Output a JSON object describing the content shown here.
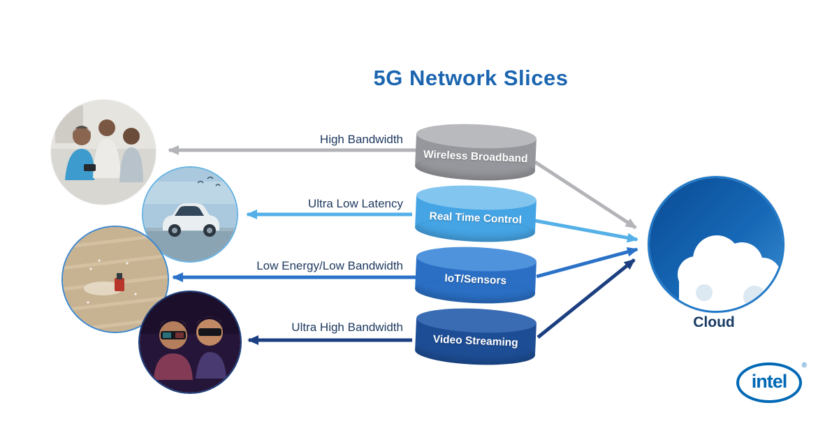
{
  "title": "5G Network Slices",
  "slices": [
    {
      "name": "Wireless Broadband",
      "requirement": "High Bandwidth",
      "top_color": "#b9babe",
      "body_color": "#96979c",
      "arrow_color": "#b3b4b8",
      "icon": "people-smartphones-photo"
    },
    {
      "name": "Real Time Control",
      "requirement": "Ultra Low Latency",
      "top_color": "#82c6f0",
      "body_color": "#45a4e4",
      "arrow_color": "#55b0e8",
      "icon": "autonomous-car-photo"
    },
    {
      "name": "IoT/Sensors",
      "requirement": "Low Energy/Low Bandwidth",
      "top_color": "#4e93dc",
      "body_color": "#2a6fc4",
      "arrow_color": "#2a72c8",
      "icon": "smart-agriculture-photo"
    },
    {
      "name": "Video Streaming",
      "requirement": "Ultra High Bandwidth",
      "top_color": "#3a6cb4",
      "body_color": "#1d4d94",
      "arrow_color": "#1b3f80",
      "icon": "3d-movie-audience-photo"
    }
  ],
  "cloud": {
    "label": "Cloud"
  },
  "brand": {
    "name": "intel",
    "registered": "®"
  },
  "colors": {
    "title": "#1b65b0",
    "label_text": "#1f3a60",
    "cloud_label": "#173a63",
    "intel_blue": "#0068b5",
    "background": "#ffffff"
  }
}
